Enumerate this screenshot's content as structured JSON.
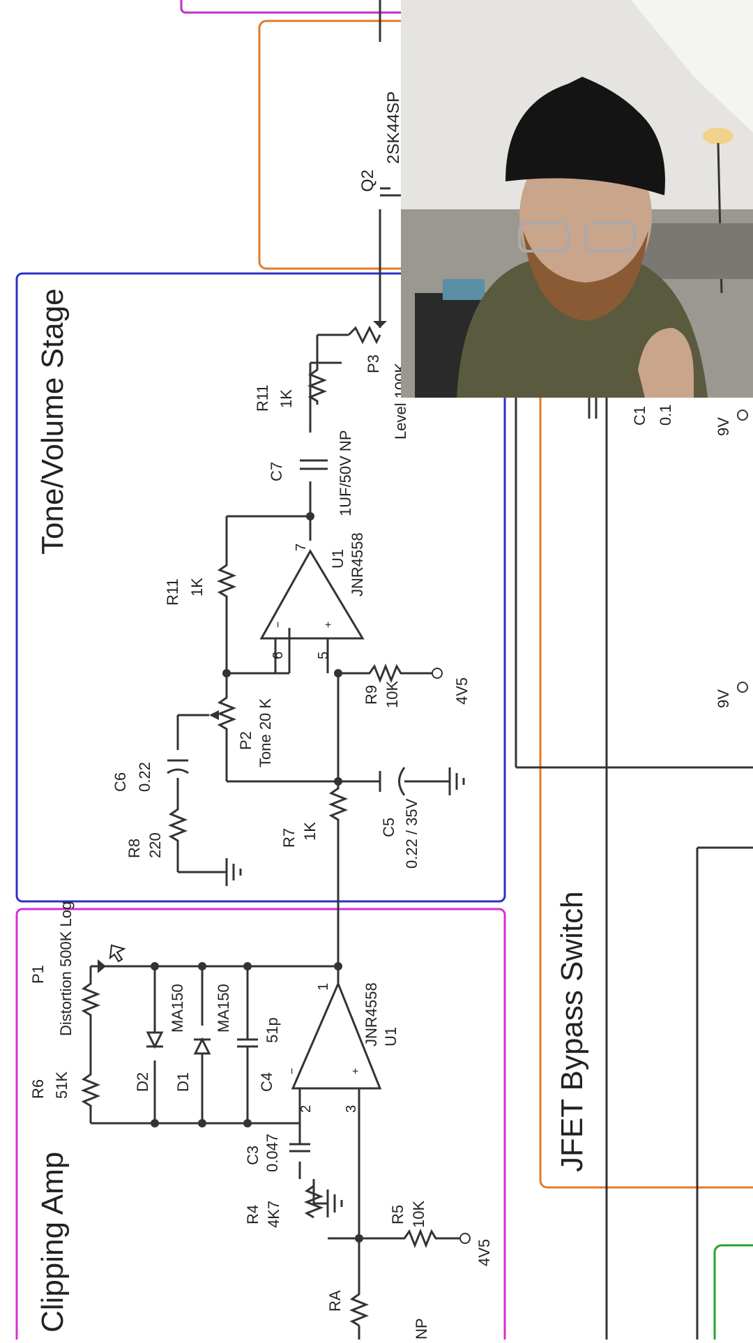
{
  "sections": {
    "tone_volume": "Tone/Volume Stage",
    "clipping": "Clipping Amp",
    "jfet": "JFET Bypass Switch"
  },
  "components": {
    "q2": "Q2",
    "q2_part": "2SK44SP",
    "p3": "P3",
    "level": "Level 100K",
    "r11a": "R11",
    "r11a_val": "1K",
    "c7": "C7",
    "c7_val": "1UF/50V NP",
    "r11b": "R11",
    "r11b_val": "1K",
    "u1_top": "U1",
    "u1_top_part": "JNR4558",
    "pin7": "7",
    "pin6": "6",
    "pin5": "5",
    "r9": "R9",
    "r9_val": "10K",
    "v4v5_top": "4V5",
    "c6": "C6",
    "c6_val": "0.22",
    "r8": "R8",
    "r8_val": "220",
    "p2": "P2",
    "p2_val": "Tone 20 K",
    "r7": "R7",
    "r7_val": "1K",
    "c5": "C5",
    "c5_val": "0.22 / 35V",
    "p1": "P1",
    "p1_val": "Distortion 500K Log",
    "r6": "R6",
    "r6_val": "51K",
    "d2": "D2",
    "d2_val": "MA150",
    "d1": "D1",
    "d1_val": "MA150",
    "c4": "C4",
    "c4_val": "51p",
    "u1_bot_part": "JNR4558",
    "u1_bot": "U1",
    "pin1": "1",
    "pin2": "2",
    "pin3": "3",
    "c3": "C3",
    "c3_val": "0.047",
    "r4": "R4",
    "r4_val": "4K7",
    "r5": "R5",
    "r5_val": "10K",
    "v4v5_bot": "4V5",
    "ra": "RA",
    "np": "NP",
    "c1x": "C1",
    "c1x_val": "0.1",
    "v9_a": "9V",
    "v9_b": "9V"
  },
  "colors": {
    "tone_frame": "#2d2fc4",
    "clip_frame": "#d42fd0",
    "jfet_frame": "#e07a2c",
    "green_frame": "#2aa02a",
    "wire": "#333333"
  }
}
